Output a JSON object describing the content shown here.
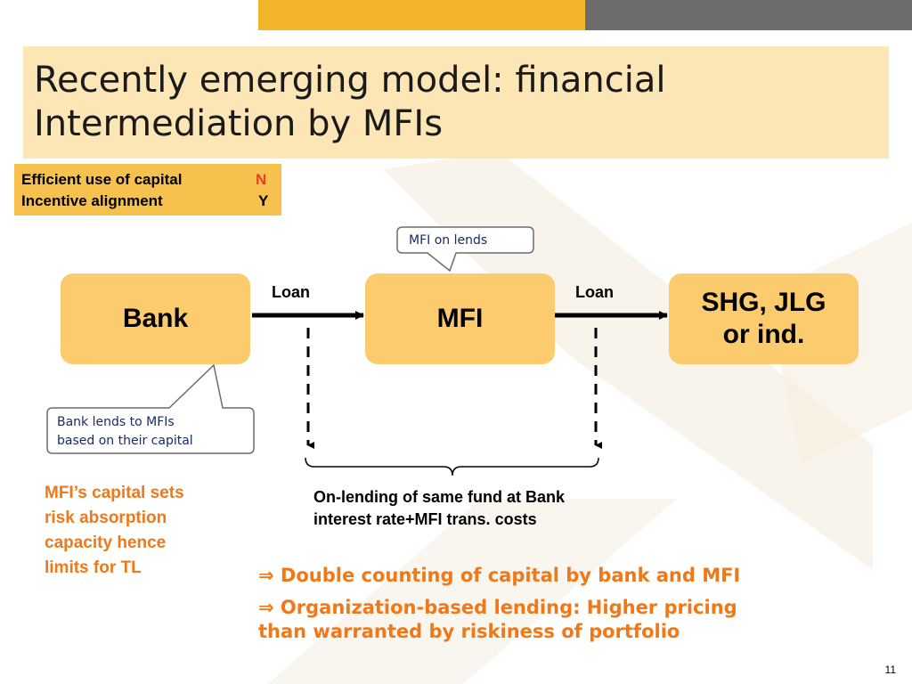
{
  "title": "Recently emerging model: financial Intermediation by MFIs",
  "criteria": [
    {
      "label": "Efficient use of capital",
      "value": "N"
    },
    {
      "label": "Incentive alignment",
      "value": "Y"
    }
  ],
  "nodes": {
    "bank": "Bank",
    "mfi": "MFI",
    "borrower_line1": "SHG, JLG",
    "borrower_line2": "or ind."
  },
  "edges": {
    "bank_to_mfi": "Loan",
    "mfi_to_borrower": "Loan"
  },
  "callouts": {
    "mfi": "MFI on lends",
    "bank_line1": "Bank lends to MFIs",
    "bank_line2": "based on their capital"
  },
  "notes": {
    "capital_line1": "MFI’s capital sets",
    "capital_line2": "risk absorption",
    "capital_line3": "capacity hence",
    "capital_line4": "limits for TL",
    "onlending_line1": "On-lending of same fund at Bank",
    "onlending_line2": "interest rate+MFI trans. costs"
  },
  "conclusions": {
    "symbol": "⇒",
    "item1": "Double counting of capital by bank and MFI",
    "item2_line1": "Organization-based lending: Higher pricing",
    "item2_line2": "than warranted by riskiness of portfolio"
  },
  "page_number": "11",
  "colors": {
    "accent_yellow": "#f3b52b",
    "title_bg": "#fde6b6",
    "node_fill": "#fbcb6e",
    "criteria_bg": "#f6c14d",
    "orange_text": "#f07818",
    "criteria_n": "#e3421c",
    "callout_text": "#1a2a6b",
    "dark_bar": "#6c6c6c"
  }
}
